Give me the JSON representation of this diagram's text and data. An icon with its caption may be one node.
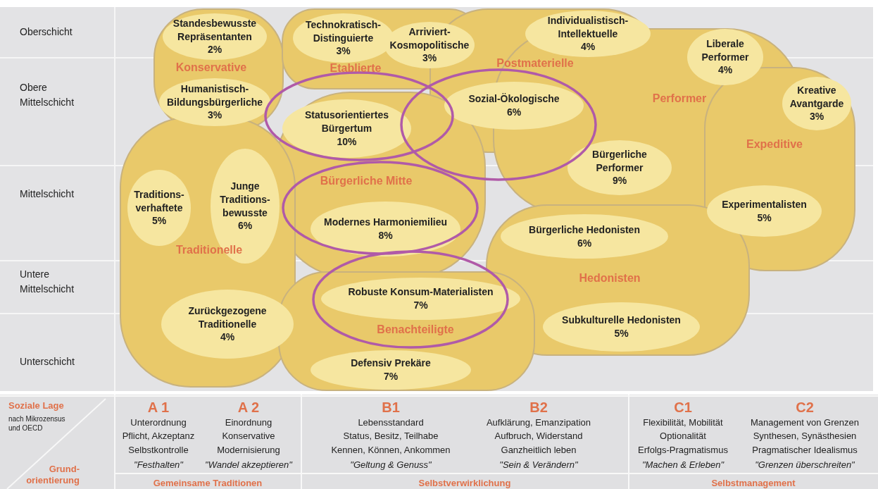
{
  "diagram": {
    "nodes": [
      {
        "text": [
          "Konservative"
        ]
      },
      {
        "text": [
          "Standesbewusste Repräsentanten",
          "2%"
        ],
        "in": 0
      },
      {
        "text": [
          "Humanistisch-Bildungsbürgerliche",
          "3%"
        ],
        "in": 0
      },
      {
        "text": [
          "Etablierte"
        ]
      },
      {
        "text": [
          "Technokratisch-Distinguierte",
          "3%"
        ],
        "in": 3
      },
      {
        "text": [
          "Arriviert-Kosmopolitische",
          "3%"
        ],
        "in": 3
      },
      {
        "text": [
          "Postmaterielle"
        ]
      },
      {
        "text": [
          "Individualistisch-Intellektuelle",
          "4%"
        ],
        "in": 6
      },
      {
        "text": [
          "Sozial-Ökologische",
          "6%"
        ],
        "in": 6
      },
      {
        "text": [
          "Performer"
        ]
      },
      {
        "text": [
          "Liberale Performer",
          "4%"
        ],
        "in": 9
      },
      {
        "text": [
          "Bürgerliche Performer",
          "9%"
        ],
        "in": 9
      },
      {
        "text": [
          "Expeditive"
        ]
      },
      {
        "text": [
          "Kreative Avantgarde",
          "3%"
        ],
        "in": 12
      },
      {
        "text": [
          "Experimentalisten",
          "5%"
        ],
        "in": 12
      },
      {
        "text": [
          "Bürgerliche Mitte"
        ]
      },
      {
        "text": [
          "Statusorientiertes Bürgertum",
          "10%"
        ],
        "in": 15
      },
      {
        "text": [
          "Modernes Harmoniemilieu",
          "8%"
        ],
        "in": 15
      },
      {
        "text": [
          "Traditionelle"
        ]
      },
      {
        "text": [
          "Traditions-verhaftete",
          "5%"
        ],
        "in": 18
      },
      {
        "text": [
          "Junge Traditions-bewusste",
          "6%"
        ],
        "in": 18
      },
      {
        "text": [
          "Zurückgezogene Traditionelle",
          "4%"
        ],
        "in": 18
      },
      {
        "text": [
          "Hedonisten"
        ]
      },
      {
        "text": [
          "Bürgerliche Hedonisten",
          "6%"
        ],
        "in": 22
      },
      {
        "text": [
          "Subkulturelle Hedonisten",
          "5%"
        ],
        "in": 22
      },
      {
        "text": [
          "Benachteiligte"
        ]
      },
      {
        "text": [
          "Robuste Konsum-Materialisten",
          "7%"
        ],
        "in": 25
      },
      {
        "text": [
          "Defensiv Prekäre",
          "7%"
        ],
        "in": 25
      }
    ],
    "labels": [
      "Oberschicht",
      "Obere Mittelschicht",
      "Mittelschicht",
      "Untere Mittelschicht",
      "Unterschicht",
      "Soziale Lage",
      "nach Mikrozensus und OECD",
      "A 1",
      "Unterordnung",
      "Pflicht, Akzeptanz",
      "Selbstkontrolle",
      "\"Festhalten\"",
      "A 2",
      "Einordnung",
      "Konservative",
      "Modernisierung",
      "\"Wandel akzeptieren\"",
      "B1",
      "Lebensstandard",
      "Status, Besitz, Teilhabe",
      "Kennen, Können, Ankommen",
      "\"Geltung & Genuss\"",
      "B2",
      "Aufklärung, Emanzipation",
      "Aufbruch, Widerstand",
      "Ganzheitlich leben",
      "\"Sein & Verändern\"",
      "C1",
      "Flexibilität, Mobilität",
      "Optionalität",
      "Erfolgs-Pragmatismus",
      "\"Machen & Erleben\"",
      "C2",
      "Management von Grenzen",
      "Synthesen, Synästhesien",
      "Pragmatischer Idealismus",
      "\"Grenzen überschreiten\"",
      "Grund-orientierung",
      "Gemeinsame Traditionen",
      "Selbstverwirklichung",
      "Selbstmanagement"
    ]
  }
}
